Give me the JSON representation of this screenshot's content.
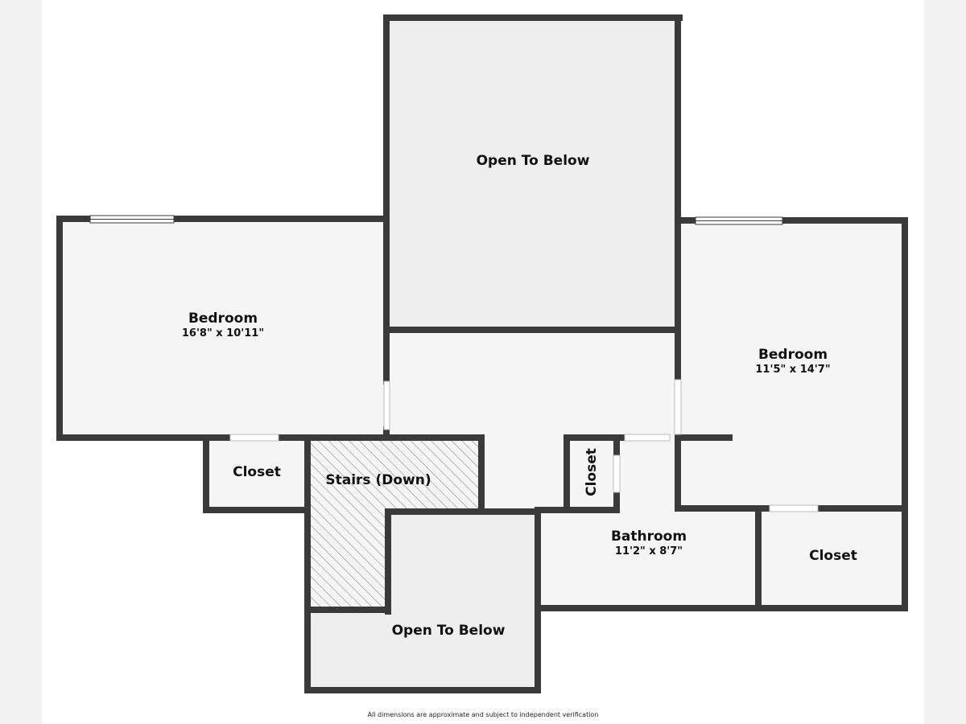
{
  "rooms": {
    "open_top": {
      "name": "Open To Below"
    },
    "bedroom_left": {
      "name": "Bedroom",
      "dims": "16'8\" x 10'11\""
    },
    "bedroom_right": {
      "name": "Bedroom",
      "dims": "11'5\" x 14'7\""
    },
    "closet_left": {
      "name": "Closet"
    },
    "stairs": {
      "name": "Stairs (Down)"
    },
    "closet_small": {
      "name": "Closet"
    },
    "bathroom": {
      "name": "Bathroom",
      "dims": "11'2\" x 8'7\""
    },
    "closet_right": {
      "name": "Closet"
    },
    "open_bottom": {
      "name": "Open To Below"
    }
  },
  "footer": {
    "disclaimer": "All dimensions are approximate and subject to independent verification"
  },
  "colors": {
    "wall": "#3a3a3a",
    "open_fill": "#eeeeee",
    "room_fill": "#f5f5f5",
    "hatch": "#7a7a7a"
  }
}
